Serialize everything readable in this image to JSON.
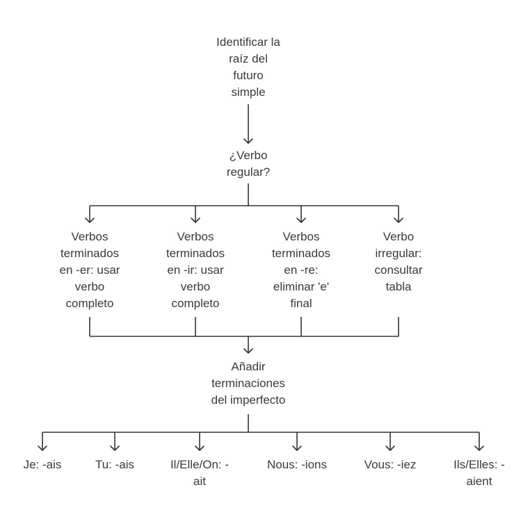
{
  "diagram": {
    "start": [
      "Identificar la",
      "raíz del",
      "futuro",
      "simple"
    ],
    "question": [
      "¿Verbo",
      "regular?"
    ],
    "branches": [
      [
        "Verbos",
        "terminados",
        "en -er: usar",
        "verbo",
        "completo"
      ],
      [
        "Verbos",
        "terminados",
        "en -ir: usar",
        "verbo",
        "completo"
      ],
      [
        "Verbos",
        "terminados",
        "en -re:",
        "eliminar 'e'",
        "final"
      ],
      [
        "Verbo",
        "irregular:",
        "consultar",
        "tabla"
      ]
    ],
    "merge": [
      "Añadir",
      "terminaciones",
      "del imperfecto"
    ],
    "endings": [
      [
        "Je: -ais"
      ],
      [
        "Tu: -ais"
      ],
      [
        "Il/Elle/On: -",
        "ait"
      ],
      [
        "Nous: -ions"
      ],
      [
        "Vous: -iez"
      ],
      [
        "Ils/Elles: -",
        "aient"
      ]
    ]
  },
  "colors": {
    "text": "#3a3a3a",
    "line": "#333333",
    "background": "#ffffff"
  }
}
